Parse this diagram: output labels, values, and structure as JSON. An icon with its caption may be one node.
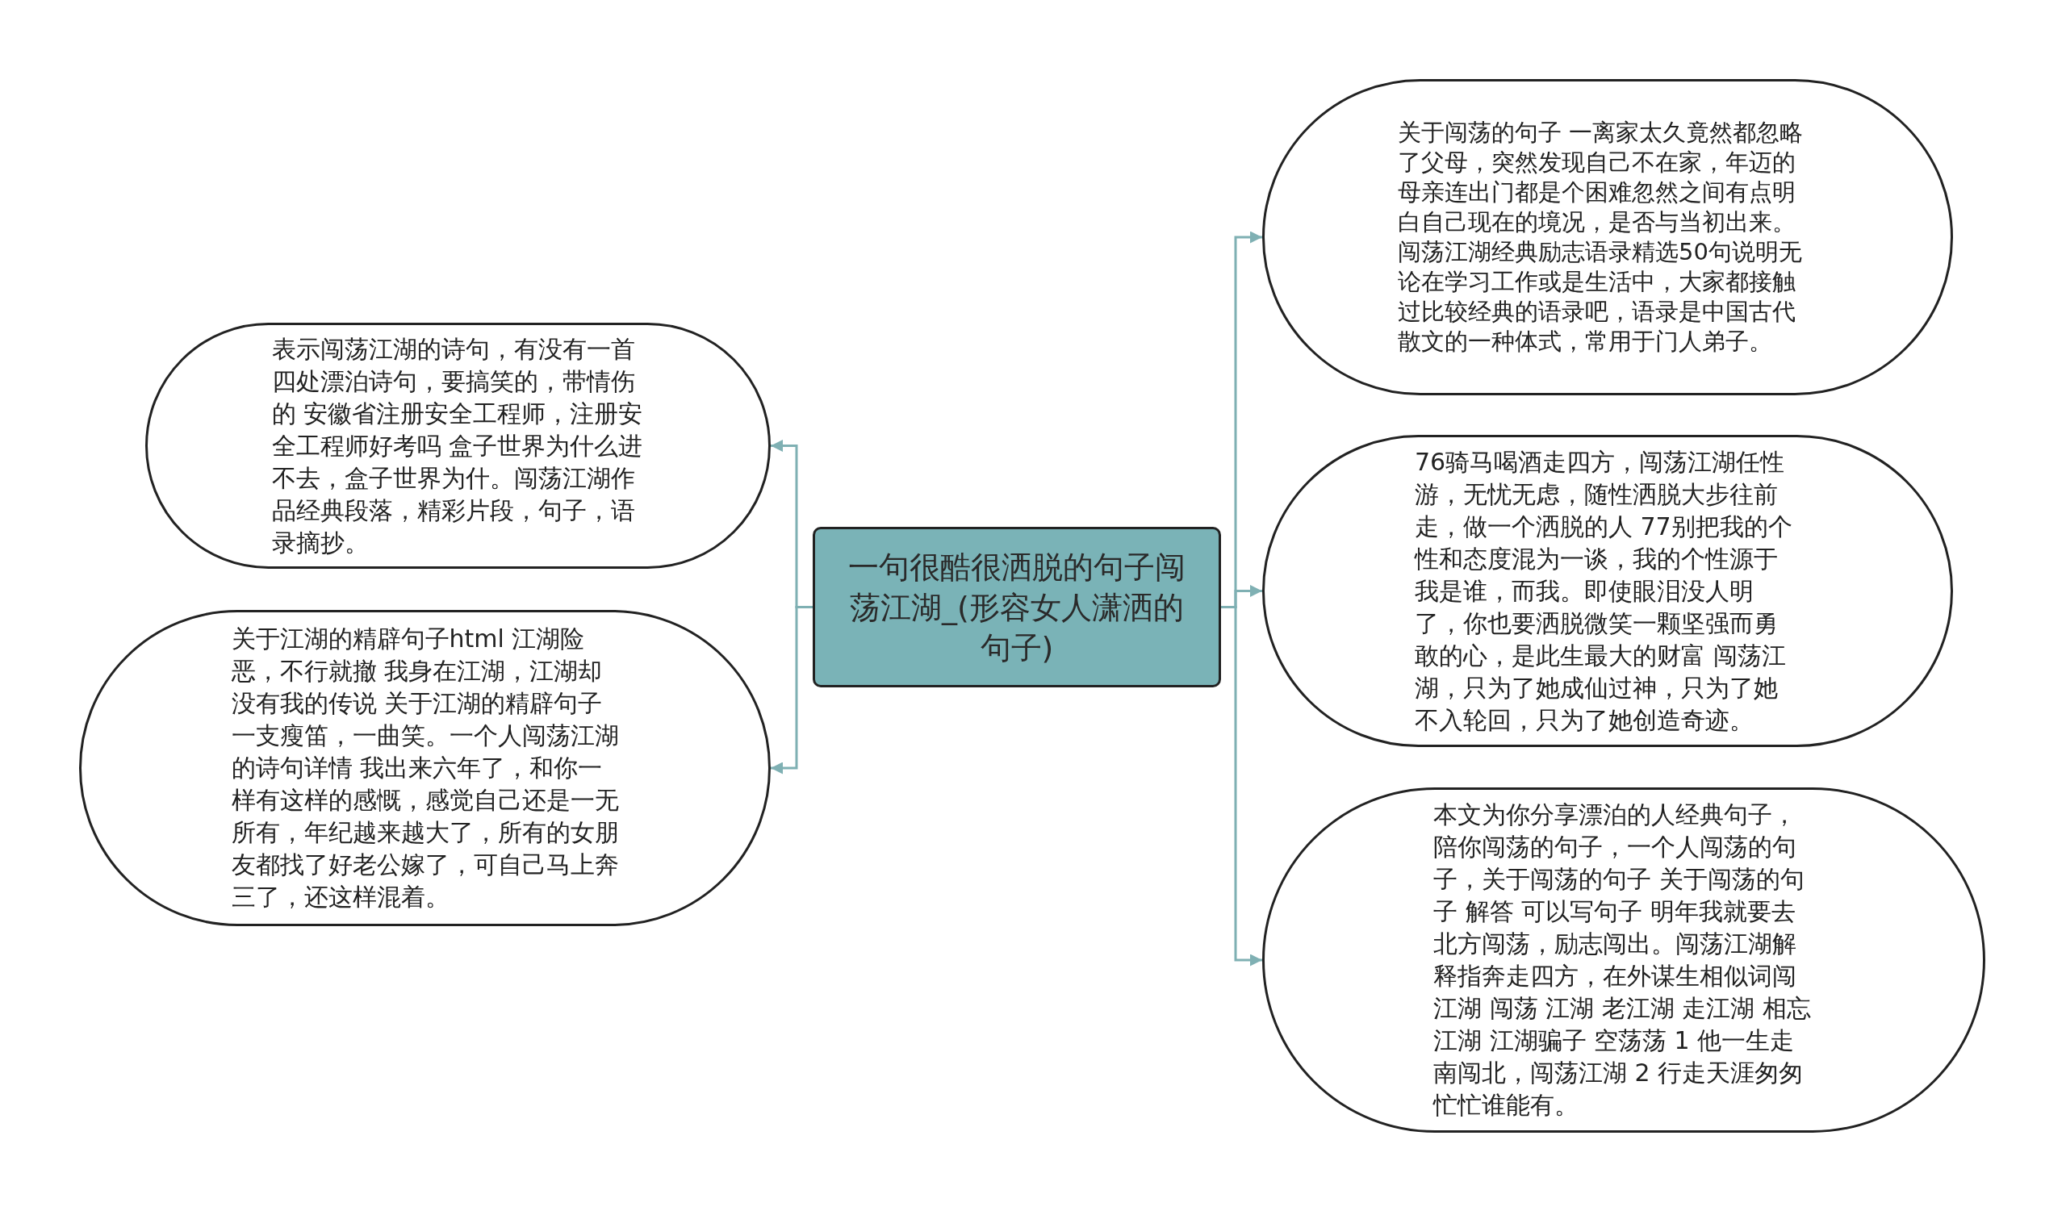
{
  "diagram": {
    "nodes": [
      {
        "text": [
          "一句很酷很洒脱的句子闯荡江湖_(形容女人潇洒的句子)"
        ]
      },
      {
        "text": [
          "表示闯荡江湖的诗句，有没有一首四处漂泊诗句，要搞笑的，带情伤的 安徽省注册安全工程师，注册安全工程师好考吗 盒子世界为什么进不去，盒子世界为什。闯荡江湖作品经典段落，精彩片段，句子，语录摘抄。"
        ]
      },
      {
        "text": [
          "关于江湖的精辟句子html 江湖险恶，不行就撤 我身在江湖，江湖却没有我的传说 关于江湖的精辟句子一支瘦笛，一曲笑。一个人闯荡江湖的诗句详情 我出来六年了，和你一样有这样的感慨，感觉自己还是一无所有，年纪越来越大了，所有的女朋友都找了好老公嫁了，可自己马上奔三了，还这样混着。"
        ]
      },
      {
        "text": [
          "关于闯荡的句子 一离家太久竟然都忽略了父母，突然发现自己不在家，年迈的母亲连出门都是个困难忽然之间有点明白自己现在的境况，是否与当初出来。闯荡江湖经典励志语录精选50句说明无论在学习工作或是生活中，大家都接触过比较经典的语录吧，语录是中国古代散文的一种体式，常用于门人弟子。"
        ]
      },
      {
        "text": [
          "76骑马喝酒走四方，闯荡江湖任性游，无忧无虑，随性洒脱大步往前走，做一个洒脱的人 77别把我的个性和态度混为一谈，我的个性源于我是谁，而我。即使眼泪没人明了，你也要洒脱微笑一颗坚强而勇敢的心，是此生最大的财富 闯荡江湖，只为了她成仙过神，只为了她不入轮回，只为了她创造奇迹。"
        ]
      },
      {
        "text": [
          "本文为你分享漂泊的人经典句子，陪你闯荡的句子，一个人闯荡的句子，关于闯荡的句子 关于闯荡的句子 解答 可以写句子 明年我就要去北方闯荡，励志闯出。闯荡江湖解释指奔走四方，在外谋生相似词闯江湖 闯荡 江湖 老江湖 走江湖 相忘江湖 江湖骗子 空荡荡 1 他一生走南闯北，闯荡江湖 2 行走天涯匆匆忙忙谁能有。"
        ]
      }
    ],
    "edges": [
      {
        "from": 0,
        "to": 1,
        "arrow": "to"
      },
      {
        "from": 0,
        "to": 2,
        "arrow": "to"
      },
      {
        "from": 0,
        "to": 3,
        "arrow": "to"
      },
      {
        "from": 0,
        "to": 4,
        "arrow": "to"
      },
      {
        "from": 0,
        "to": 5,
        "arrow": "to"
      }
    ]
  }
}
